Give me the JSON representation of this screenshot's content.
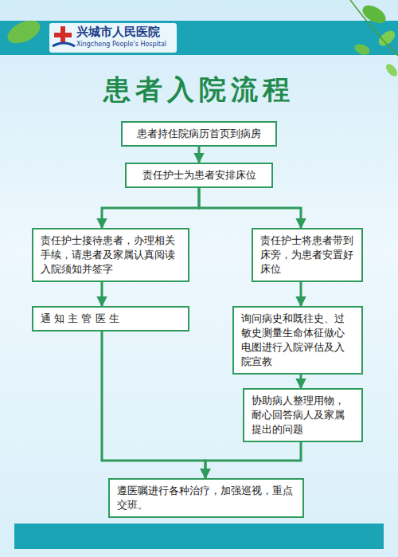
{
  "diagram": {
    "title": "患者入院流程",
    "nodes": [
      {
        "text": [
          "患者持住院病历首页到病房"
        ]
      },
      {
        "text": [
          "责任护士为患者安排床位"
        ]
      },
      {
        "text": [
          "责任护士接待患者，办理相关手续，请患者及家属认真阅读入院须知并签字"
        ]
      },
      {
        "text": [
          "责任护士将患者带到床旁，为患者安置好床位"
        ]
      },
      {
        "text": [
          "通 知 主 管 医 生"
        ]
      },
      {
        "text": [
          "询问病史和既往史、过敏史测量生命体征做心电图进行入院评估及入院宣教"
        ]
      },
      {
        "text": [
          "协助病人整理用物，耐心回答病人及家属提出的问题"
        ]
      },
      {
        "text": [
          "遵医嘱进行各种治疗，加强巡视，重点交班。"
        ]
      }
    ],
    "edges": [
      {
        "from": 0,
        "to": 1,
        "arrow": "to"
      },
      {
        "from": 1,
        "to": 2,
        "arrow": "to"
      },
      {
        "from": 1,
        "to": 3,
        "arrow": "to"
      },
      {
        "from": 2,
        "to": 4,
        "arrow": "to"
      },
      {
        "from": 3,
        "to": 5,
        "arrow": "to"
      },
      {
        "from": 5,
        "to": 6,
        "arrow": "to"
      },
      {
        "from": 4,
        "to": 7,
        "arrow": "to"
      },
      {
        "from": 6,
        "to": 7,
        "arrow": "to"
      }
    ],
    "labels": [
      "兴城市人民医院",
      "Xingcheng People's Hospital"
    ]
  }
}
